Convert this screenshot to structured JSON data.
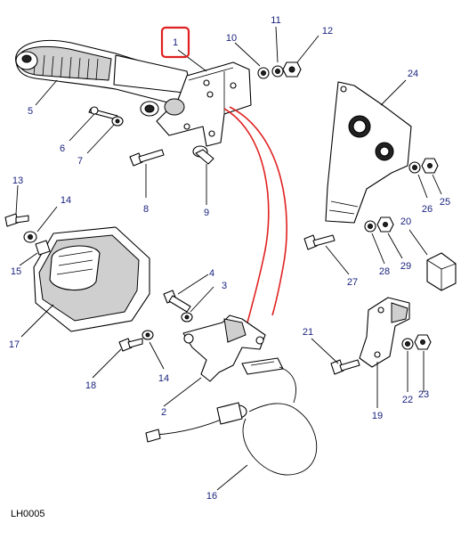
{
  "diagram": {
    "reference_code": "LH0005",
    "highlight_color": "#e02020",
    "callout_color": "#1a237e",
    "highlighted_callout": "1",
    "callouts": [
      "1",
      "2",
      "3",
      "4",
      "5",
      "6",
      "7",
      "8",
      "9",
      "10",
      "11",
      "12",
      "13",
      "14",
      "14",
      "15",
      "16",
      "17",
      "18",
      "19",
      "20",
      "21",
      "22",
      "23",
      "24",
      "25",
      "26",
      "27",
      "28",
      "29"
    ]
  }
}
